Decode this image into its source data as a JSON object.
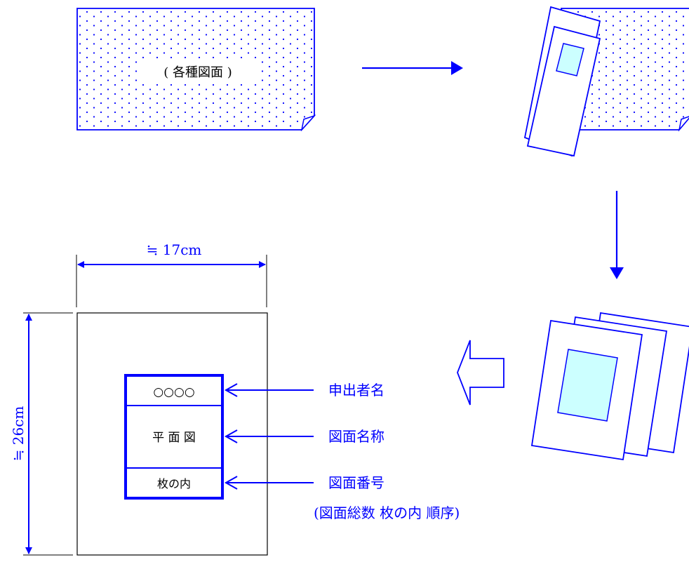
{
  "drawing_label": "( 各種図面 )",
  "width_dimension": "≒ 17cm",
  "height_dimension": "≒ 26cm",
  "title_block": {
    "applicant_cell": "○○○○",
    "drawing_name_cell": "平 面 図",
    "sheet_number_cell": "枚の内"
  },
  "callouts": {
    "applicant": "申出者名",
    "drawing_name": "図面名称",
    "sheet_number": "図面番号",
    "sheet_number_note": "(図面総数 枚の内 順序)"
  },
  "colors": {
    "line": "#0000ff",
    "window_fill": "#ccffff",
    "dots": "#0000ff"
  }
}
